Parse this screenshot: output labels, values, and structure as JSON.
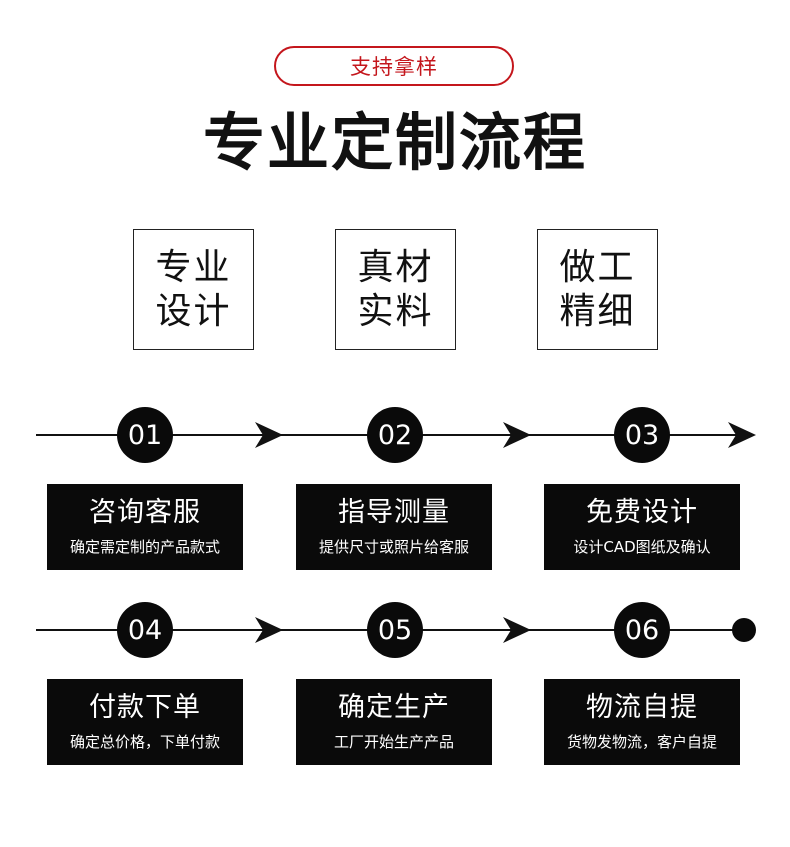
{
  "header": {
    "badge": "支持拿样",
    "title": "专业定制流程"
  },
  "features": [
    {
      "line1": "专业",
      "line2": "设计"
    },
    {
      "line1": "真材",
      "line2": "实料"
    },
    {
      "line1": "做工",
      "line2": "精细"
    }
  ],
  "steps": [
    {
      "num": "01",
      "title": "咨询客服",
      "desc": "确定需定制的产品款式"
    },
    {
      "num": "02",
      "title": "指导测量",
      "desc": "提供尺寸或照片给客服"
    },
    {
      "num": "03",
      "title": "免费设计",
      "desc": "设计CAD图纸及确认"
    },
    {
      "num": "04",
      "title": "付款下单",
      "desc": "确定总价格，下单付款"
    },
    {
      "num": "05",
      "title": "确定生产",
      "desc": "工厂开始生产产品"
    },
    {
      "num": "06",
      "title": "物流自提",
      "desc": "货物发物流，客户自提"
    }
  ],
  "colors": {
    "accent": "#c4161c",
    "dark": "#0a0a0a"
  }
}
